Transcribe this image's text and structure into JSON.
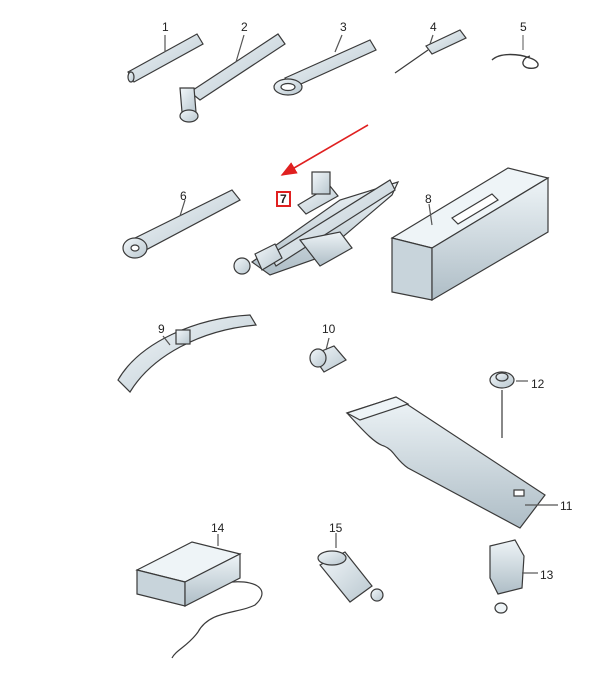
{
  "colors": {
    "accent_red": "#e02020",
    "part_fill": "#dfe9ee",
    "part_shade": "#b9c7cf",
    "line": "#3a3a3a"
  },
  "highlighted_part": "7",
  "parts": [
    {
      "num": "1",
      "icon": "tyre-lever-bar-icon"
    },
    {
      "num": "2",
      "icon": "wheel-bolt-wrench-icon"
    },
    {
      "num": "3",
      "icon": "towing-eye-icon"
    },
    {
      "num": "4",
      "icon": "screwdriver-icon"
    },
    {
      "num": "5",
      "icon": "wire-clip-icon"
    },
    {
      "num": "6",
      "icon": "jack-crank-handle-icon"
    },
    {
      "num": "7",
      "icon": "scissor-jack-icon"
    },
    {
      "num": "8",
      "icon": "storage-case-icon"
    },
    {
      "num": "9",
      "icon": "strap-icon"
    },
    {
      "num": "10",
      "icon": "adapter-socket-icon"
    },
    {
      "num": "11",
      "icon": "foam-tray-icon"
    },
    {
      "num": "12",
      "icon": "wing-bolt-icon"
    },
    {
      "num": "13",
      "icon": "bracket-icon"
    },
    {
      "num": "14",
      "icon": "compressor-icon"
    },
    {
      "num": "15",
      "icon": "sealant-bottle-icon"
    }
  ]
}
